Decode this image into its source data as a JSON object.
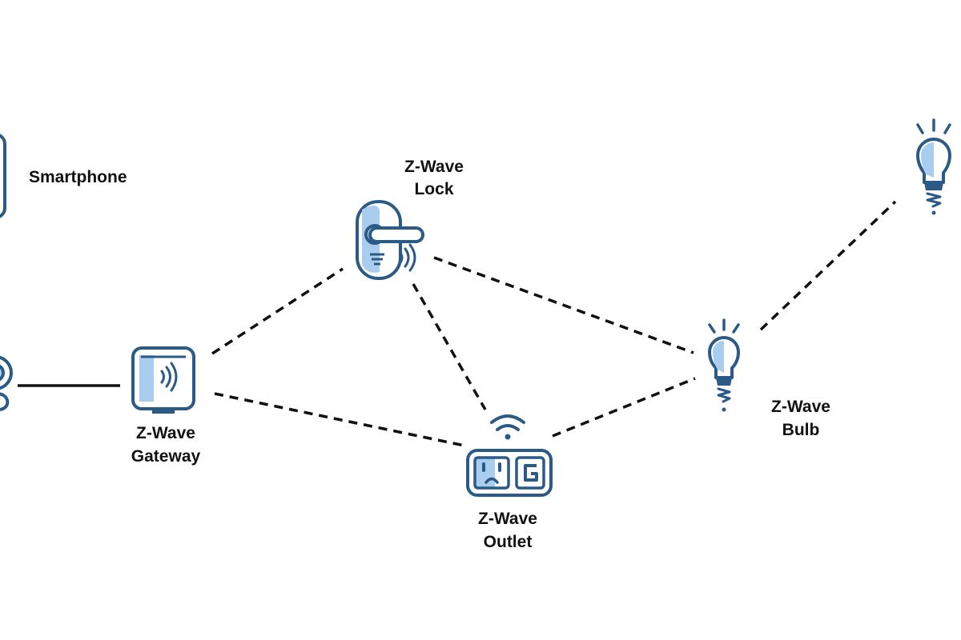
{
  "diagram": {
    "type": "network-topology",
    "colors": {
      "icon_stroke": "#2b5a86",
      "icon_fill": "#a9cdee",
      "icon_fill_light": "#d8e9f8",
      "link": "#111111"
    },
    "nodes": {
      "smartphone": {
        "label": "Smartphone",
        "icon": "smartphone-icon"
      },
      "gateway": {
        "label_line1": "Z-Wave",
        "label_line2": "Gateway",
        "icon": "gateway-icon"
      },
      "lock": {
        "label_line1": "Z-Wave",
        "label_line2": "Lock",
        "icon": "door-lock-icon"
      },
      "outlet": {
        "label_line1": "Z-Wave",
        "label_line2": "Outlet",
        "icon": "outlet-icon"
      },
      "bulb": {
        "label_line1": "Z-Wave",
        "label_line2": "Bulb",
        "icon": "light-bulb-icon"
      },
      "bulb_far": {
        "label": "",
        "icon": "light-bulb-icon"
      },
      "router": {
        "label": "",
        "icon": "router-icon"
      }
    },
    "links": [
      {
        "from": "router",
        "to": "gateway",
        "style": "solid"
      },
      {
        "from": "gateway",
        "to": "lock",
        "style": "dashed"
      },
      {
        "from": "gateway",
        "to": "outlet",
        "style": "dashed"
      },
      {
        "from": "lock",
        "to": "outlet",
        "style": "dashed"
      },
      {
        "from": "lock",
        "to": "bulb",
        "style": "dashed"
      },
      {
        "from": "outlet",
        "to": "bulb",
        "style": "dashed"
      },
      {
        "from": "bulb",
        "to": "bulb_far",
        "style": "dashed"
      }
    ]
  }
}
